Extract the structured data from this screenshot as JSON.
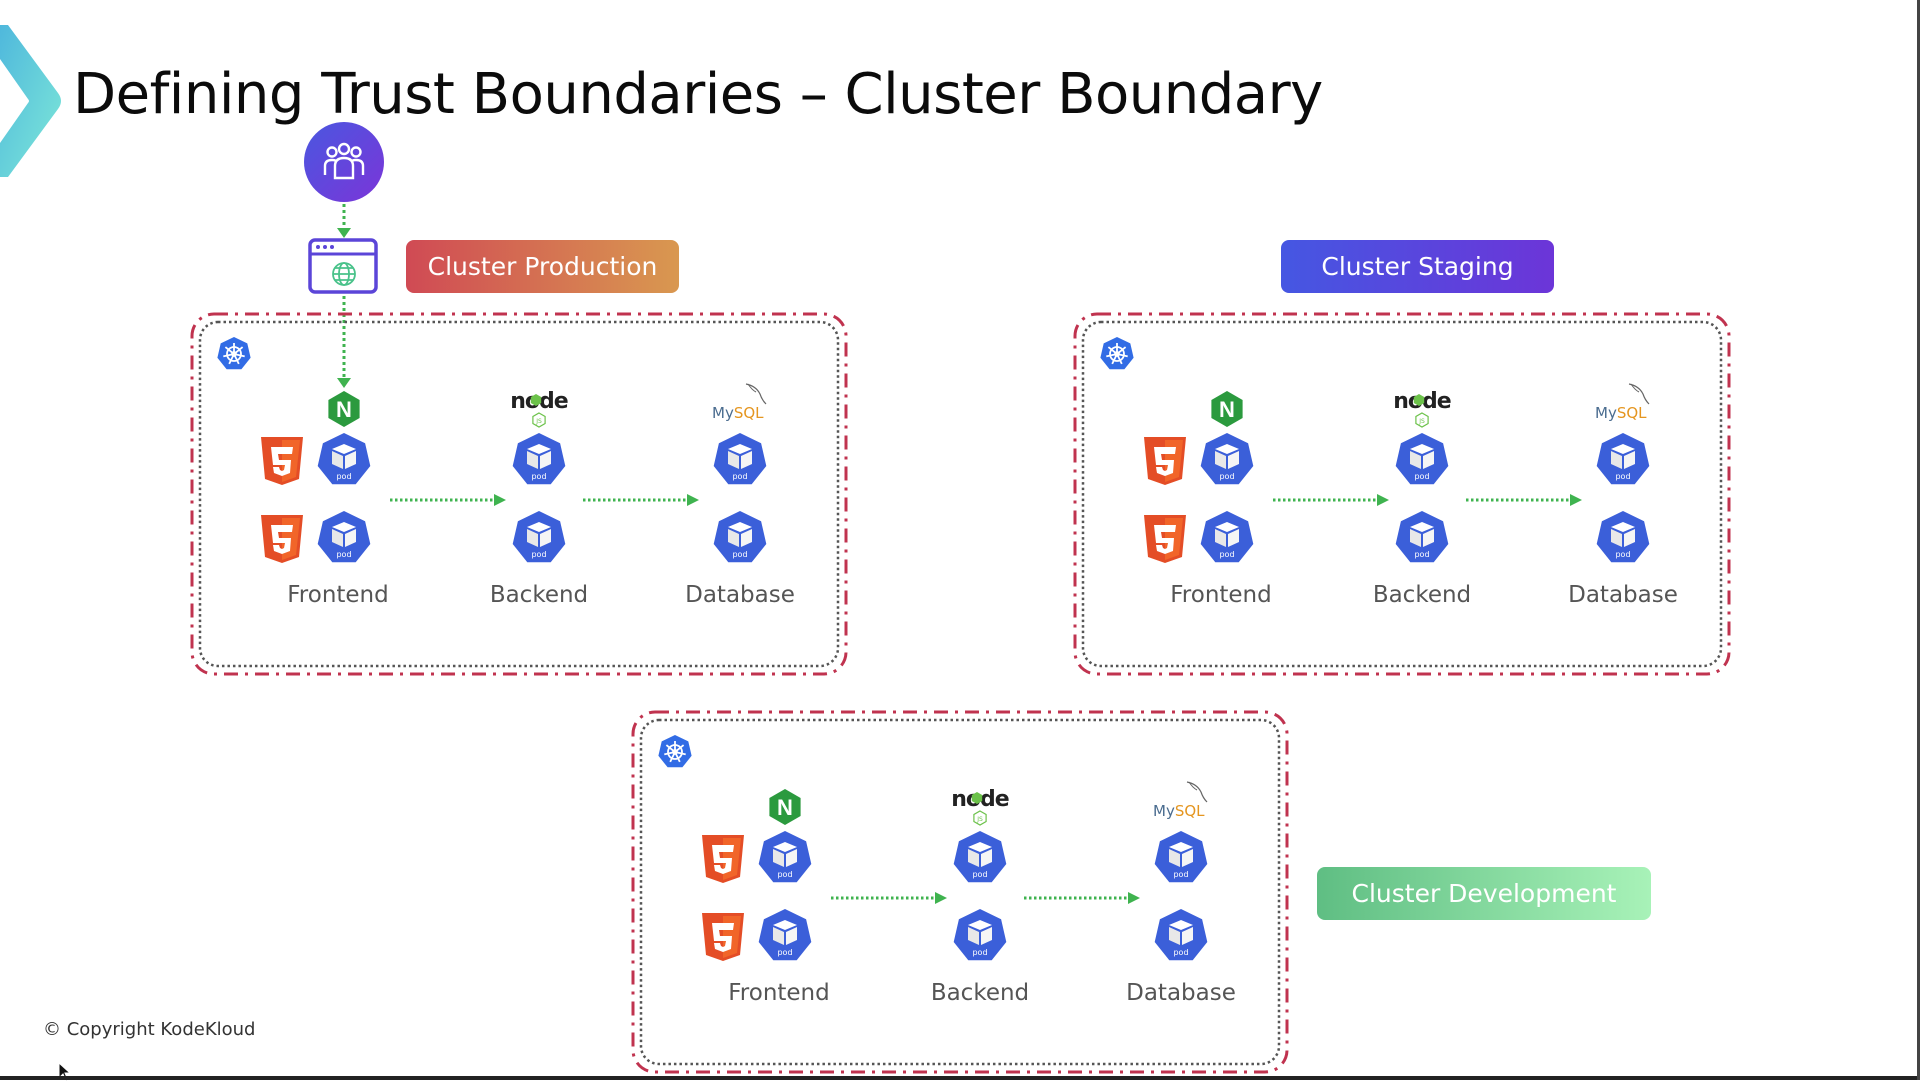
{
  "slide": {
    "title": "Defining Trust Boundaries – Cluster Boundary",
    "copyright": "© Copyright KodeKloud"
  },
  "entry": {
    "users_icon": "users-group-icon",
    "browser_icon": "web-browser-globe-icon"
  },
  "clusters": [
    {
      "name": "production",
      "label": "Cluster Production",
      "label_colors": [
        "#d04a54",
        "#d99850"
      ],
      "tiers": [
        {
          "label": "Frontend",
          "tech": "nginx",
          "pods": [
            {
              "app": "html5",
              "pod_label": "pod"
            },
            {
              "app": "html5",
              "pod_label": "pod"
            }
          ]
        },
        {
          "label": "Backend",
          "tech": "nodejs",
          "pods": [
            {
              "pod_label": "pod"
            },
            {
              "pod_label": "pod"
            }
          ]
        },
        {
          "label": "Database",
          "tech": "mysql",
          "pods": [
            {
              "pod_label": "pod"
            },
            {
              "pod_label": "pod"
            }
          ]
        }
      ]
    },
    {
      "name": "staging",
      "label": "Cluster Staging",
      "label_colors": [
        "#4557e2",
        "#6c35d8"
      ],
      "tiers": [
        {
          "label": "Frontend",
          "tech": "nginx",
          "pods": [
            {
              "app": "html5",
              "pod_label": "pod"
            },
            {
              "app": "html5",
              "pod_label": "pod"
            }
          ]
        },
        {
          "label": "Backend",
          "tech": "nodejs",
          "pods": [
            {
              "pod_label": "pod"
            },
            {
              "pod_label": "pod"
            }
          ]
        },
        {
          "label": "Database",
          "tech": "mysql",
          "pods": [
            {
              "pod_label": "pod"
            },
            {
              "pod_label": "pod"
            }
          ]
        }
      ]
    },
    {
      "name": "development",
      "label": "Cluster Development",
      "label_colors": [
        "#5fbe83",
        "#a8f2b8"
      ],
      "tiers": [
        {
          "label": "Frontend",
          "tech": "nginx",
          "pods": [
            {
              "app": "html5",
              "pod_label": "pod"
            },
            {
              "app": "html5",
              "pod_label": "pod"
            }
          ]
        },
        {
          "label": "Backend",
          "tech": "nodejs",
          "pods": [
            {
              "pod_label": "pod"
            },
            {
              "pod_label": "pod"
            }
          ]
        },
        {
          "label": "Database",
          "tech": "mysql",
          "pods": [
            {
              "pod_label": "pod"
            },
            {
              "pod_label": "pod"
            }
          ]
        }
      ]
    }
  ],
  "logos": {
    "nginx": "N",
    "nodejs_word": "node",
    "nodejs_badge": "JS",
    "mysql_my": "My",
    "mysql_sql": "SQL",
    "html5": "5"
  },
  "colors": {
    "boundary_dash": "#c0334f",
    "boundary_dots": "#555555",
    "flow_arrow": "#3fb34f",
    "k8s_blue": "#326ce5",
    "pod_blue": "#3b5fd9",
    "html5_orange": "#e44d26",
    "nginx_green": "#2b9a3e"
  }
}
